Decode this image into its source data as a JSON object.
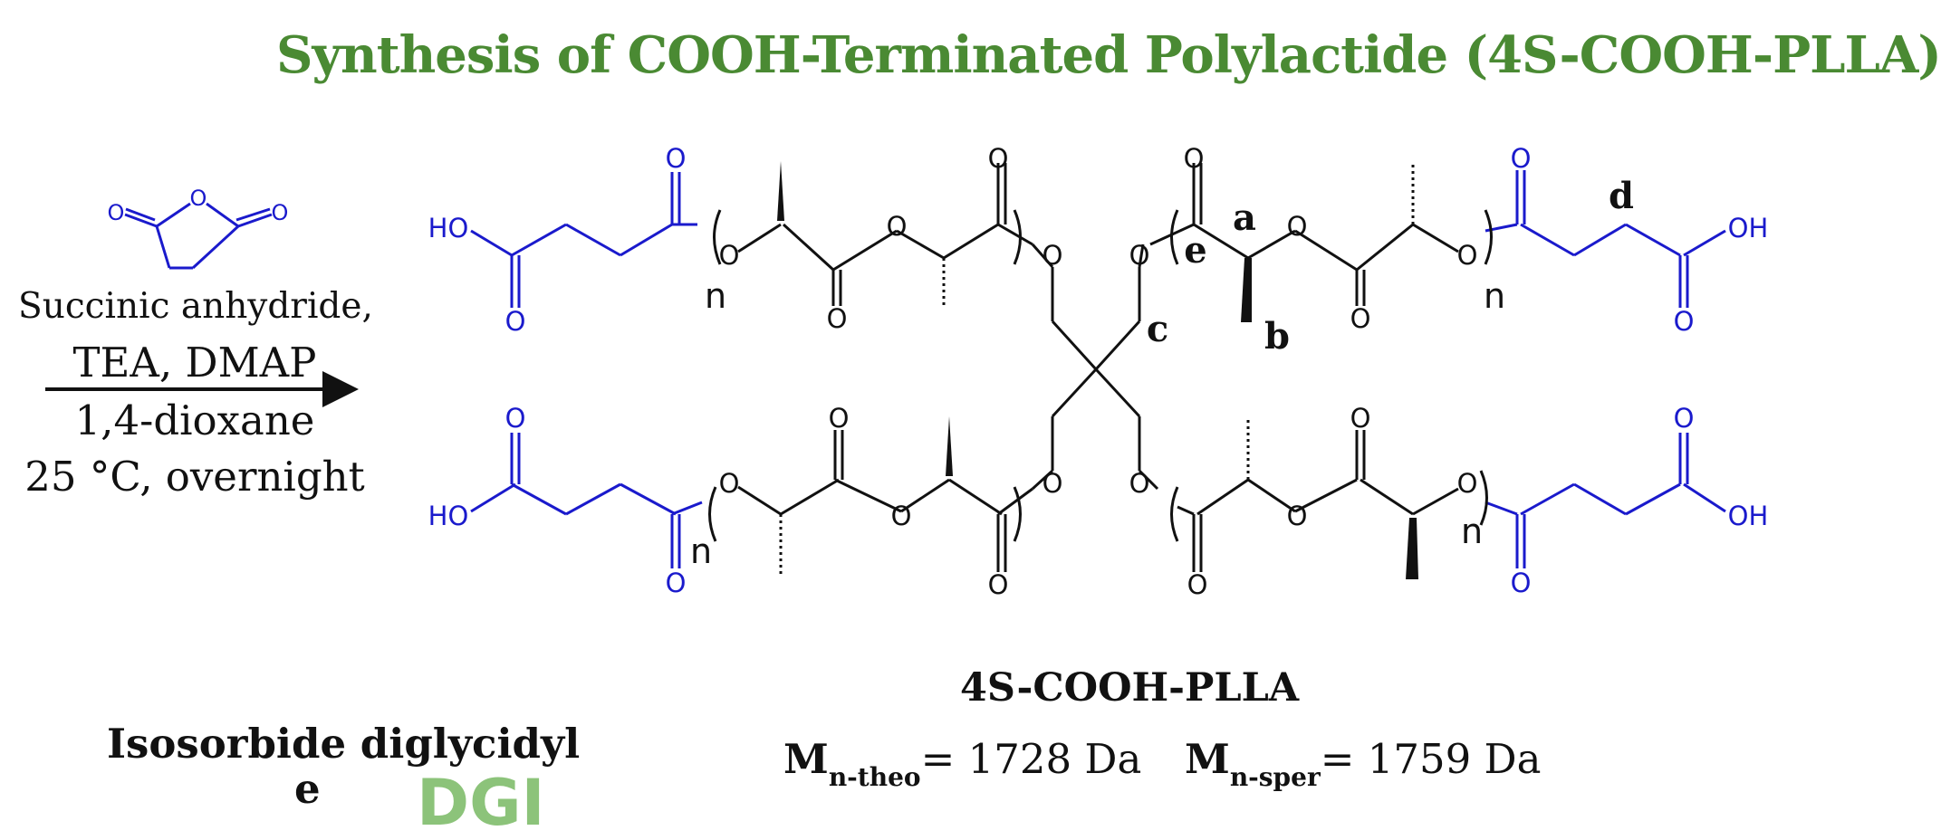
{
  "title": "Synthesis of COOH-Terminated Polylactide (4S-COOH-PLLA)",
  "colors": {
    "title": "#4a8a33",
    "blue": "#1a1acc",
    "black": "#111111",
    "faded_green": "#8cc37a"
  },
  "conditions": {
    "line1": "Succinic anhydride,",
    "line2": "TEA, DMAP",
    "line3": "1,4-dioxane",
    "line4": "25 °C, overnight"
  },
  "atoms": {
    "oxygen": "O",
    "hydroxyl": "OH",
    "hydroxyl_left": "HO",
    "repeat": "n"
  },
  "peak_labels": {
    "a": "a",
    "b": "b",
    "c": "c",
    "d": "d",
    "e": "e"
  },
  "product": {
    "name": "4S-COOH-PLLA",
    "mn_theo_symbol": "M",
    "mn_theo_sub": "n-theo",
    "mn_theo_value": "= 1728 Da",
    "mn_sper_symbol": "M",
    "mn_sper_sub": "n-sper",
    "mn_sper_value": "=  1759 Da"
  },
  "next_section": {
    "line1": "Isosorbide diglycidyl",
    "line2": "e",
    "acronym": "DGI"
  }
}
